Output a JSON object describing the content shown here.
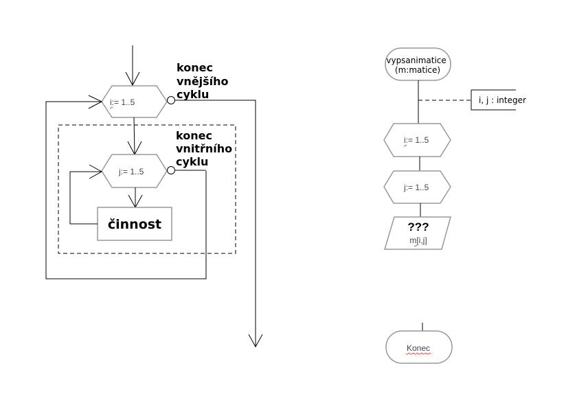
{
  "left_diagram": {
    "outer_loop": {
      "label": "i:= 1..5",
      "end_label_lines": [
        "konec",
        "vnějšího",
        "cyklu"
      ]
    },
    "inner_loop": {
      "label": "j:= 1..5",
      "end_label_lines": [
        "konec",
        "vnitřního",
        "cyklu"
      ]
    },
    "activity": {
      "label": "činnost"
    }
  },
  "right_diagram": {
    "start": {
      "lines": [
        "vypsanimatice",
        "(m:matice)"
      ]
    },
    "declaration": {
      "label": "i, j : integer"
    },
    "loop_i": {
      "label": "i:= 1..5"
    },
    "loop_j": {
      "label": "j:= 1..5"
    },
    "output": {
      "title": "???",
      "value": "m[i,j]"
    },
    "end": {
      "label": "Konec"
    }
  }
}
